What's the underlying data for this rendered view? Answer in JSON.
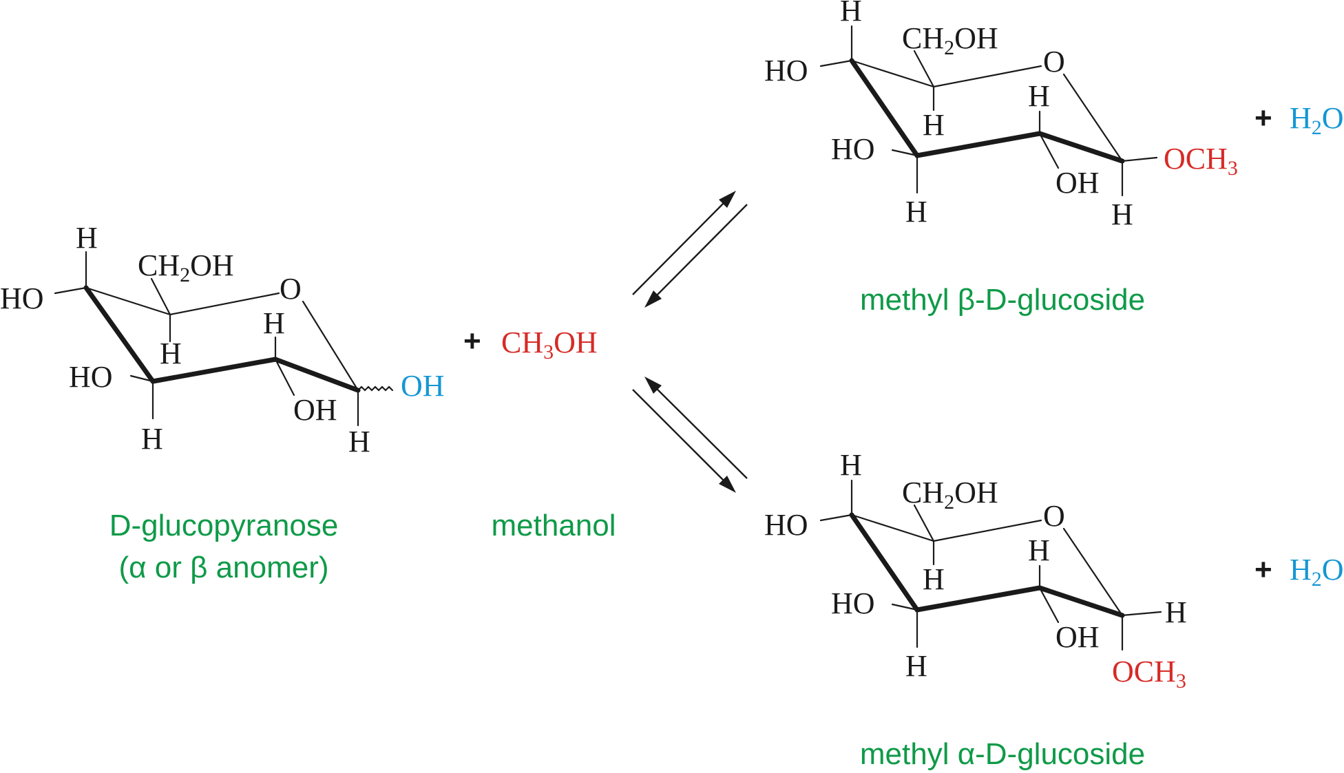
{
  "colors": {
    "text": "#1a1a1a",
    "label_green": "#0f9a48",
    "reagent_red": "#d62b27",
    "water_blue": "#1596d4"
  },
  "atoms": {
    "H": "H",
    "HO": "HO",
    "OH": "OH",
    "O": "O",
    "CH2OH": [
      "CH",
      "2",
      "OH"
    ],
    "OCH3": [
      "OCH",
      "3"
    ],
    "H2O": [
      "H",
      "2",
      "O"
    ],
    "CH3OH": [
      "CH",
      "3",
      "OH"
    ]
  },
  "plus": "+",
  "labels": {
    "glucopyranose": [
      "D-glucopyranose",
      "(α or β anomer)"
    ],
    "methanol": "methanol",
    "beta_product": "methyl β-D-glucoside",
    "alpha_product": "methyl α-D-glucoside"
  },
  "reaction": {
    "reactants": [
      "D-glucopyranose",
      "methanol"
    ],
    "products": [
      "methyl β-D-glucoside",
      "methyl α-D-glucoside"
    ],
    "arrows": "equilibrium"
  },
  "molecules": [
    {
      "id": "glucopyranose",
      "anomeric_group": "OH",
      "anomeric_group_color": "water_blue",
      "anomeric_bond": "wavy"
    },
    {
      "id": "beta",
      "anomeric_group": "OCH3",
      "anomeric_group_color": "reagent_red",
      "anomeric_position": "equatorial"
    },
    {
      "id": "alpha",
      "anomeric_group": "OCH3",
      "anomeric_group_color": "reagent_red",
      "anomeric_position": "axial"
    }
  ]
}
